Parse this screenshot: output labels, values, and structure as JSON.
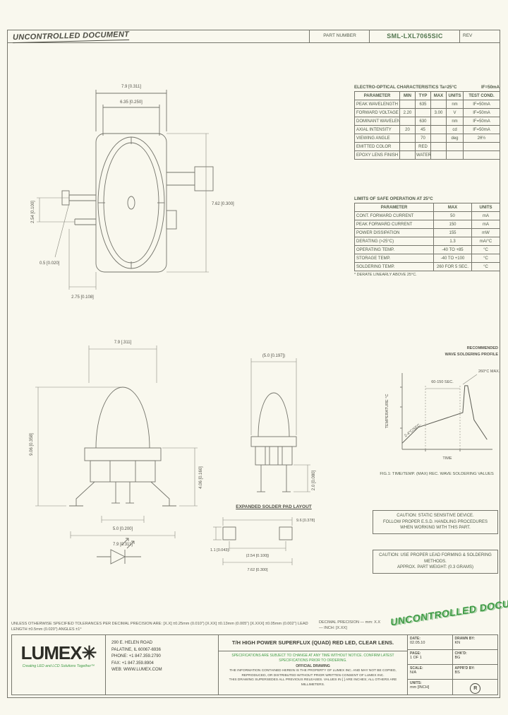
{
  "header": {
    "stamp": "UNCONTROLLED DOCUMENT",
    "part_number_label": "PART NUMBER",
    "part_number": "SML-LXL7065SIC",
    "rev_label": "REV"
  },
  "eo_table": {
    "title": "ELECTRO-OPTICAL CHARACTERISTICS Ta=25°C",
    "condition": "IF=50mA",
    "headers": [
      "PARAMETER",
      "MIN",
      "TYP",
      "MAX",
      "UNITS",
      "TEST COND."
    ],
    "rows": [
      [
        "PEAK WAVELENGTH",
        "",
        "635",
        "",
        "nm",
        "IF=50mA"
      ],
      [
        "FORWARD VOLTAGE",
        "2.20",
        "",
        "3.00",
        "V",
        "IF=50mA"
      ],
      [
        "DOMINANT WAVELENGTH",
        "",
        "630",
        "",
        "nm",
        "IF=50mA"
      ],
      [
        "AXIAL INTENSITY",
        "20",
        "45",
        "",
        "cd",
        "IF=50mA"
      ],
      [
        "VIEWING ANGLE",
        "",
        "70",
        "",
        "deg",
        "2θ½"
      ],
      [
        "EMITTED COLOR",
        "",
        "RED",
        "",
        "",
        ""
      ],
      [
        "EPOXY LENS FINISH",
        "",
        "WATER CLEAR",
        "",
        "",
        ""
      ]
    ]
  },
  "limits_table": {
    "title": "LIMITS OF SAFE OPERATION AT 25°C",
    "headers": [
      "PARAMETER",
      "MAX",
      "UNITS"
    ],
    "rows": [
      [
        "CONT. FORWARD CURRENT",
        "50",
        "mA"
      ],
      [
        "PEAK FORWARD CURRENT",
        "150",
        "mA"
      ],
      [
        "POWER DISSIPATION",
        "155",
        "mW"
      ],
      [
        "DERATING (>25°C)",
        "1.3",
        "mA/°C"
      ],
      [
        "OPERATING TEMP.",
        "-40 TO +85",
        "°C"
      ],
      [
        "STORAGE TEMP.",
        "-40 TO +100",
        "°C"
      ],
      [
        "SOLDERING TEMP.",
        "260 FOR 5 SEC.",
        "°C"
      ]
    ],
    "footnote": "* DERATE LINEARLY ABOVE 25°C."
  },
  "drawings": {
    "top_view": {
      "dim_width": "7.9 [0.311]",
      "dim_lens": "6.35 [0.250]",
      "dim_height": "7.62 [0.300]",
      "dim_pitch": "2.54 [0.100]",
      "dim_lead_thk": "0.5 [0.020]",
      "dim_lead_len": "2.75 [0.108]"
    },
    "front_view": {
      "dim_width": "7.9 [.311]",
      "dim_total_height": "9.06 [0.358]",
      "dim_body_height": "4.06 [0.160]",
      "dim_base": "5.0 [0.200]",
      "dim_lead_span": "7.9 [0.311]"
    },
    "side_view": {
      "dim_depth": "(5.0 [0.197])",
      "dim_lead": "2.0 [0.080]"
    },
    "pad_layout": {
      "title": "EXPANDED SOLDER PAD LAYOUT",
      "dim_pad": "1.1 [0.043]",
      "dim_span": "9.6 [0.378]",
      "dim_pitch": "(2.54 [0.100])",
      "dim_row": "7.62 [0.300]"
    }
  },
  "chart_data": {
    "type": "line",
    "title_line1": "RECOMMENDED",
    "title_line2": "WAVE SOLDERING PROFILE",
    "xlabel": "TIME",
    "ylabel": "TEMPERATURE °C",
    "x": [
      0,
      40,
      150,
      155,
      162,
      178,
      210
    ],
    "y": [
      25,
      90,
      150,
      260,
      260,
      120,
      40
    ],
    "xlim": [
      0,
      220
    ],
    "ylim": [
      0,
      300
    ],
    "annotations": [
      "60-150 SEC.",
      "260°C MAX.",
      "2-4°C/SEC."
    ],
    "caption": "FIG.1: TIME/TEMP. (MAX) REC. WAVE SOLDERING VALUES"
  },
  "cautions": {
    "box1": [
      "CAUTION: STATIC SENSITIVE DEVICE.",
      "FOLLOW PROPER E.S.D. HANDLING PROCEDURES",
      "WHEN WORKING WITH THIS PART."
    ],
    "box2": [
      "CAUTION: USE PROPER LEAD FORMING & SOLDERING METHODS.",
      "APPROX. PART WEIGHT: (0.3 GRAMS)"
    ]
  },
  "notes": {
    "tolerances": "UNLESS OTHERWISE SPECIFIED TOLERANCES PER DECIMAL PRECISION ARE: [X.X] ±0.25mm (0.010\")   [X.XX] ±0.13mm (0.005\")   [X.XXX] ±0.05mm (0.002\")   LEAD LENGTH ±0.5mm (0.020\")   ANGLES ±1°",
    "precision1": "DECIMAL PRECISION — mm: X.X",
    "precision2": "— INCH: [X.XX]"
  },
  "watermark": "UNCONTROLLED DOCUMENT",
  "title_block": {
    "company": "LUMEX",
    "tagline": "Creating LED and LCD Solutions Together™",
    "address": [
      "290 E. HELEN ROAD",
      "PALATINE, IL 60067-6936",
      "PHONE: +1 847.359.2790",
      "FAX: +1 847.359.8904",
      "WEB: WWW.LUMEX.COM"
    ],
    "description": "T/H HIGH POWER SUPERFLUX (QUAD) RED LED, CLEAR LENS.",
    "disclaimer_green": "SPECIFICATIONS ARE SUBJECT TO CHANGE AT ANY TIME WITHOUT NOTICE. CONFIRM LATEST SPECIFICATIONS PRIOR TO ORDERING.",
    "disclaimer_center": "OFFICIAL DRAWING",
    "disclaimer_small": "THE INFORMATION CONTAINED HEREIN IS THE PROPERTY OF LUMEX INC. AND MAY NOT BE COPIED, REPRODUCED, OR DISTRIBUTED WITHOUT PRIOR WRITTEN CONSENT OF LUMEX INC.",
    "disclaimer_small2": "THIS DRAWING SUPERSEDES ALL PREVIOUS RELEASES. VALUES IN [ ] ARE INCHES; ALL OTHERS ARE MILLIMETERS.",
    "fields": {
      "date_label": "DATE:",
      "date": "02.05.10",
      "drawn_label": "DRAWN BY:",
      "drawn": "KN",
      "page_label": "PAGE:",
      "page": "1 OF 1",
      "chkd_label": "CHK'D:",
      "chkd": "BG",
      "scale_label": "SCALE:",
      "scale": "N/A",
      "apprd_label": "APPR'D BY:",
      "apprd": "BS",
      "units_label": "UNITS:",
      "units": "mm [INCH]"
    },
    "cert_mark": "R"
  }
}
